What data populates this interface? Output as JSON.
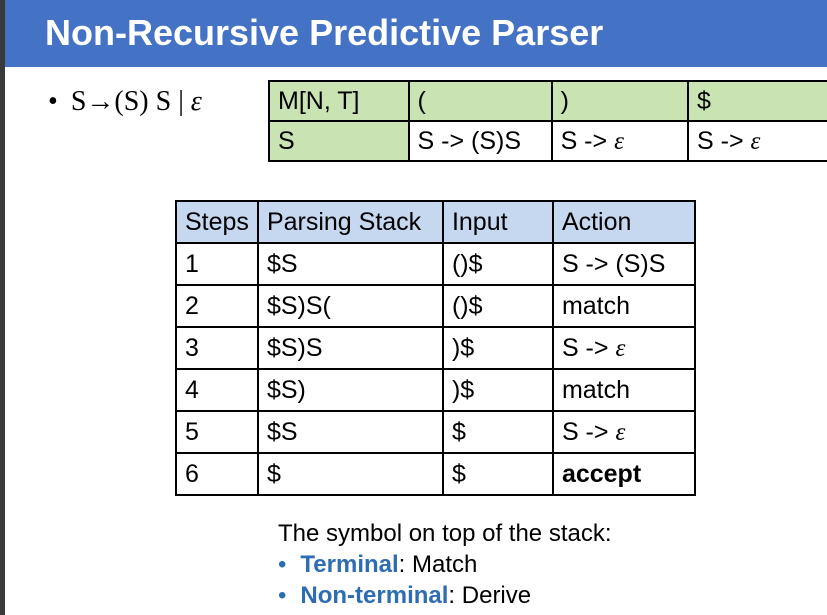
{
  "title": "Non-Recursive Predictive Parser",
  "grammar": {
    "bullet": "•",
    "lhs": "S",
    "arrow": "→",
    "rhs": "(S) S",
    "sep": "|",
    "epsilon": "ε"
  },
  "parse_table": {
    "header": [
      "M[N, T]",
      "(",
      ")",
      "$"
    ],
    "row": [
      "S",
      "S -> (S)S",
      "S -> ε",
      "S -> ε"
    ]
  },
  "steps_table": {
    "headers": [
      "Steps",
      "Parsing Stack",
      "Input",
      "Action"
    ],
    "rows": [
      [
        "1",
        "$S",
        "()$",
        "S -> (S)S"
      ],
      [
        "2",
        "$S)S(",
        "()$",
        "match"
      ],
      [
        "3",
        "$S)S",
        ")$",
        "S -> ε"
      ],
      [
        "4",
        "$S)",
        ")$",
        "match"
      ],
      [
        "5",
        "$S",
        "$",
        "S -> ε"
      ],
      [
        "6",
        "$",
        "$",
        "accept"
      ]
    ]
  },
  "note": {
    "intro": "The symbol on top of the stack:",
    "items": [
      {
        "bullet": "•",
        "term": "Terminal",
        "rest": ": Match"
      },
      {
        "bullet": "•",
        "term": "Non-terminal",
        "rest": ": Derive"
      }
    ]
  },
  "colors": {
    "title_bar": "#4472c4",
    "parse_table_green": "#c9e3b3",
    "steps_header_blue": "#c5d8ef",
    "term_blue": "#2e6db4"
  }
}
